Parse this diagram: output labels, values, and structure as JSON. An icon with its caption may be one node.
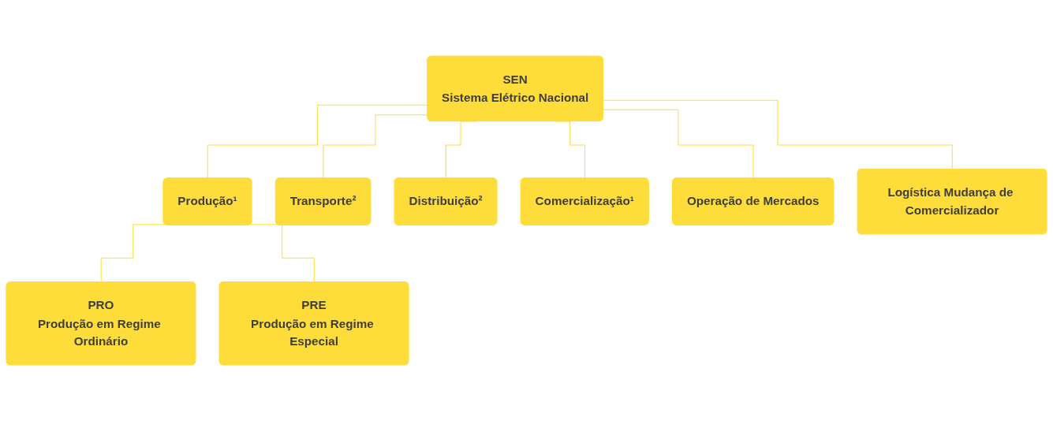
{
  "diagram": {
    "nodes": [
      {
        "text": [
          "SEN",
          "Sistema Elétrico Nacional"
        ]
      },
      {
        "text": [
          "Produção¹"
        ]
      },
      {
        "text": [
          "Transporte²"
        ]
      },
      {
        "text": [
          "Distribuição²"
        ]
      },
      {
        "text": [
          "Comercialização¹"
        ]
      },
      {
        "text": [
          "Operação de Mercados"
        ]
      },
      {
        "text": [
          "Logística Mudança de Comercializador"
        ]
      },
      {
        "text": [
          "PRO",
          "Produção em Regime Ordinário"
        ]
      },
      {
        "text": [
          "PRE",
          "Produção em Regime Especial"
        ]
      }
    ],
    "edges": [
      {
        "from": 0,
        "to": 1,
        "arrow": "none"
      },
      {
        "from": 0,
        "to": 2,
        "arrow": "none"
      },
      {
        "from": 0,
        "to": 3,
        "arrow": "none"
      },
      {
        "from": 0,
        "to": 4,
        "arrow": "none"
      },
      {
        "from": 0,
        "to": 5,
        "arrow": "none"
      },
      {
        "from": 0,
        "to": 6,
        "arrow": "none"
      },
      {
        "from": 1,
        "to": 7,
        "arrow": "none"
      },
      {
        "from": 1,
        "to": 8,
        "arrow": "none"
      }
    ]
  }
}
